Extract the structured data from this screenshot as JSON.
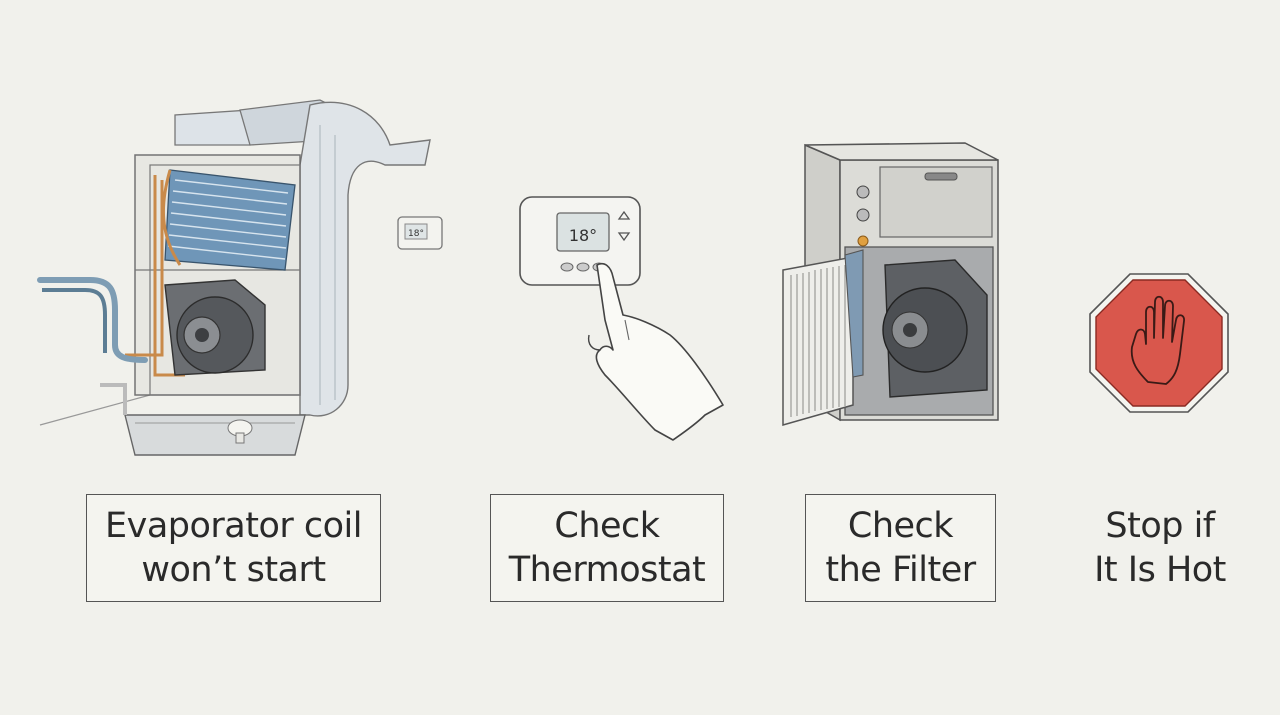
{
  "steps": [
    {
      "line1": "Evaporator coil",
      "line2": "won’t start",
      "icon": "evaporator-coil-furnace-icon"
    },
    {
      "line1": "Check",
      "line2": "Thermostat",
      "icon": "thermostat-hand-icon"
    },
    {
      "line1": "Check",
      "line2": "the Filter",
      "icon": "furnace-filter-icon"
    },
    {
      "line1": "Stop if",
      "line2": "It Is Hot",
      "icon": "stop-hand-icon"
    }
  ],
  "thermostat_display": "18°",
  "small_thermostat_display": "18°",
  "colors": {
    "background": "#f1f1ec",
    "stop_sign": "#d9574c",
    "coil_blue": "#6f96b8",
    "copper": "#c98a4a"
  }
}
